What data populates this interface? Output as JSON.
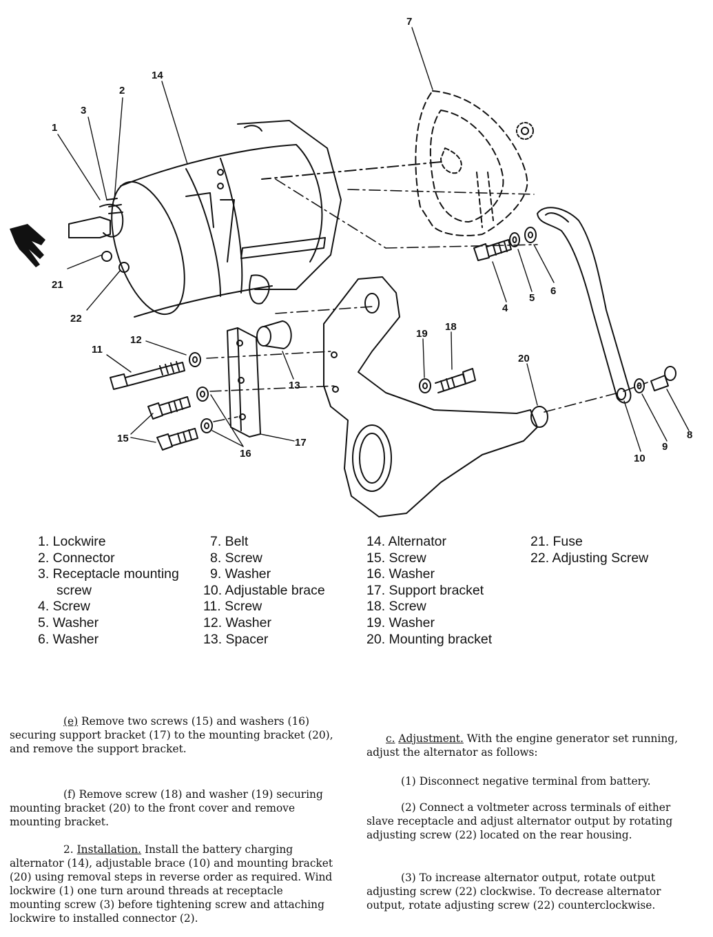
{
  "diagram": {
    "callouts": [
      "7",
      "14",
      "2",
      "3",
      "1",
      "21",
      "22",
      "11",
      "12",
      "13",
      "15",
      "16",
      "17",
      "4",
      "5",
      "6",
      "19",
      "18",
      "20",
      "8",
      "9",
      "10"
    ]
  },
  "legend": {
    "col1": [
      "1. Lockwire",
      "2. Connector",
      "3. Receptacle mounting",
      "screw",
      "4. Screw",
      "5. Washer",
      "6. Washer"
    ],
    "col2": [
      "7. Belt",
      "8. Screw",
      "9. Washer",
      "10. Adjustable brace",
      "11. Screw",
      "12. Washer",
      "13. Spacer"
    ],
    "col3": [
      "14. Alternator",
      "15. Screw",
      "16. Washer",
      "17. Support bracket",
      "18. Screw",
      "19. Washer",
      "20. Mounting bracket"
    ],
    "col4": [
      "21. Fuse",
      "22. Adjusting Screw"
    ]
  },
  "text": {
    "e_label": "(e)",
    "e_body": " Remove two screws (15) and washers (16) securing support bracket (17) to the mounting bracket (20), and remove the support bracket.",
    "f_body": "(f) Remove screw (18) and washer (19) securing mounting bracket (20) to the front cover and remove mounting bracket.",
    "install_num": "2.",
    "install_title": "Installation.",
    "install_body": " Install the battery charging alternator (14), adjustable brace (10) and mounting bracket (20) using removal steps in reverse order as required. Wind lockwire (1) one turn around threads at receptacle mounting screw (3) before tightening screw and attaching lockwire to installed connector (2).",
    "c_label": "c.",
    "adjust_title": "Adjustment.",
    "adjust_body": " With the engine generator set running, adjust the alternator as follows:",
    "step1": "(1) Disconnect negative terminal from battery.",
    "step2": "(2) Connect a voltmeter across terminals of either slave receptacle and adjust alternator output by rotating adjusting screw (22) located on the rear housing.",
    "step3": "(3) To increase alternator output, rotate output adjusting screw (22) clockwise. To decrease alternator output, rotate adjusting screw (22) counterclockwise."
  }
}
